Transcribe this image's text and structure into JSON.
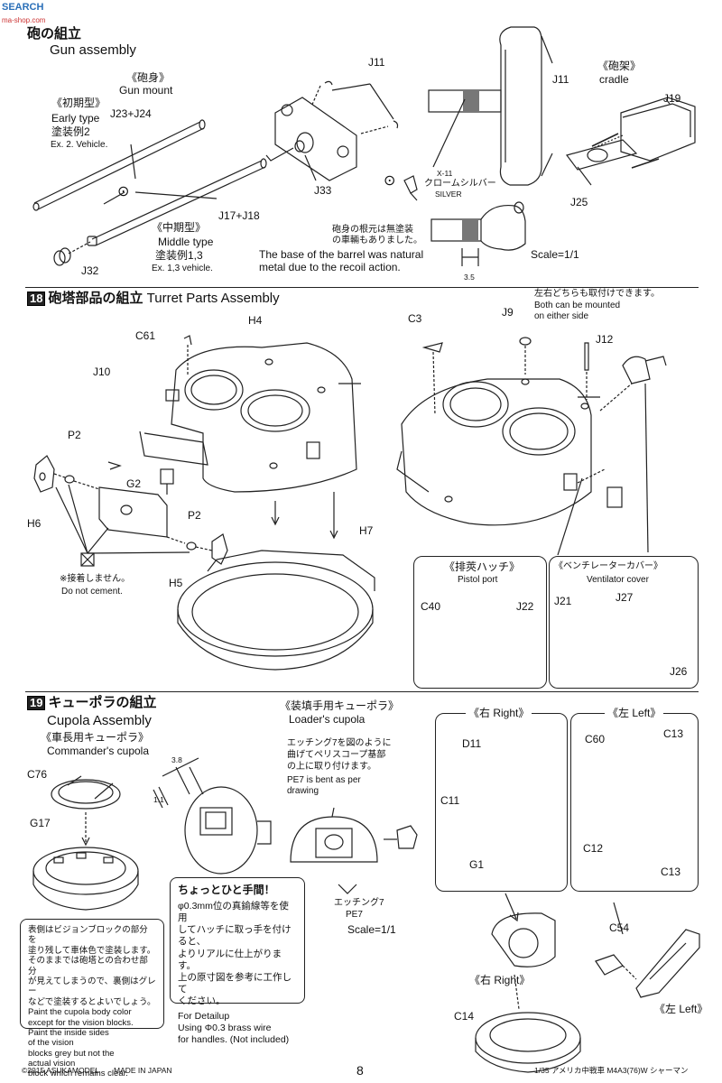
{
  "watermark": {
    "brand": "SEARCH",
    "url": "ma-shop.com"
  },
  "step17": {
    "num": "",
    "title_jp": "砲の組立",
    "title_en": "Gun assembly",
    "gun_mount_jp": "《砲身》",
    "gun_mount_en": "Gun mount",
    "early_jp": "《初期型》",
    "early_en": "Early type",
    "early_paint_jp": "塗装例2",
    "early_paint_en": "Ex. 2. Vehicle.",
    "j23": "J23+J24",
    "j17": "J17+J18",
    "middle_jp": "《中期型》",
    "middle_en": "Middle type",
    "middle_paint_jp": "塗装例1,3",
    "middle_paint_en": "Ex. 1,3 vehicle.",
    "j32": "J32",
    "j11a": "J11",
    "j33": "J33",
    "j11b": "J11",
    "paint_code": "X-11",
    "paint_jp": "クロームシルバー",
    "paint_en": "SILVER",
    "barrel_jp1": "砲身の根元は無塗装",
    "barrel_jp2": "の車輛もありました。",
    "barrel_en1": "The base of the barrel was natural",
    "barrel_en2": "metal due to the recoil action.",
    "scale": "Scale=1/1",
    "dim": "3.5",
    "cradle_jp": "《砲架》",
    "cradle_en": "cradle",
    "j19": "J19",
    "j25": "J25"
  },
  "step18": {
    "num": "18",
    "title_jp": "砲塔部品の組立",
    "title_en": "Turret Parts Assembly",
    "c61": "C61",
    "h4": "H4",
    "j10": "J10",
    "p2a": "P2",
    "g2": "G2",
    "h6": "H6",
    "p2b": "P2",
    "h5": "H5",
    "h7": "H7",
    "no_cement_jp": "※接着しません。",
    "no_cement_en": "Do not cement.",
    "c3": "C3",
    "j9": "J9",
    "either_jp": "左右どちらも取付けできます。",
    "either_en1": "Both can be mounted",
    "either_en2": "on either side",
    "j12": "J12",
    "pistol_jp": "《排莢ハッチ》",
    "pistol_en": "Pistol port",
    "c40": "C40",
    "j22": "J22",
    "vent_jp": "《ベンチレーターカバー》",
    "vent_en": "Ventilator cover",
    "j21": "J21",
    "j27": "J27",
    "j26": "J26"
  },
  "step19": {
    "num": "19",
    "title_jp": "キューポラの組立",
    "title_en": "Cupola Assembly",
    "cmd_jp": "《車長用キューポラ》",
    "cmd_en": "Commander's cupola",
    "c76": "C76",
    "g17": "G17",
    "dim38": "3.8",
    "dim11": "1.1",
    "loader_jp": "《装填手用キューポラ》",
    "loader_en": "Loader's cupola",
    "pe_jp1": "エッチング7を図のように",
    "pe_jp2": "曲げてペリスコープ基部",
    "pe_jp3": "の上に取り付けます。",
    "pe_en1": "PE7 is bent as per",
    "pe_en2": "drawing",
    "tip_title": "ちょっとひと手間！",
    "tip_jp1": "φ0.3mm位の真鍮線等を使用",
    "tip_jp2": "してハッチに取っ手を付けると、",
    "tip_jp3": "よりリアルに仕上がります。",
    "tip_jp4": "上の原寸図を参考に工作して",
    "tip_jp5": "ください。",
    "tip_en1": "For Detailup",
    "tip_en2": "Using Φ0.3 brass wire",
    "tip_en3": "for handles. (Not included)",
    "pe7_jp": "エッチング7",
    "pe7_en": "PE7",
    "scale": "Scale=1/1",
    "right_hdr": "《右 Right》",
    "left_hdr": "《左 Left》",
    "d11": "D11",
    "c11": "C11",
    "g1": "G1",
    "c60": "C60",
    "c13a": "C13",
    "c12": "C12",
    "c13b": "C13",
    "c54": "C54",
    "right_lbl": "《右 Right》",
    "left_lbl": "《左 Left》",
    "c14": "C14",
    "paint_jp1": "表側はビジョンブロックの部分を",
    "paint_jp2": "塗り残して車体色で塗装します。",
    "paint_jp3": "そのままでは砲塔との合わせ部分",
    "paint_jp4": "が見えてしまうので、裏側はグレー",
    "paint_jp5": "などで塗装するとよいでしょう。",
    "paint_en1": "Paint the cupola body color",
    "paint_en2": "except for the vision blocks.",
    "paint_en3": "Paint the inside sides",
    "paint_en4": "of the vision",
    "paint_en5": "blocks grey but not the",
    "paint_en6": "actual vision",
    "paint_en7": "block which remains clear."
  },
  "footer": {
    "copyright": "©2015 ASUKAMODEL",
    "made_in": "MADE IN JAPAN",
    "page": "8",
    "product": "1/35 アメリカ中戦車 M4A3(76)W シャーマン"
  }
}
